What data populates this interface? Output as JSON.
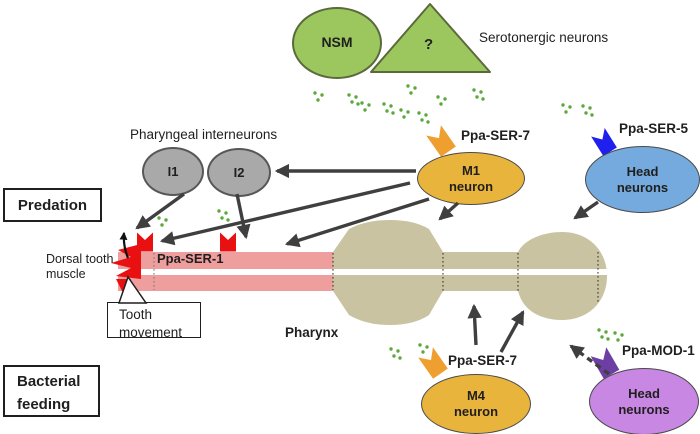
{
  "labels": {
    "serotonergic_group": "Serotonergic neurons",
    "nsm": "NSM",
    "unknown_neuron": "?",
    "pharyngeal_interneurons": "Pharyngeal interneurons",
    "i1": "I1",
    "i2": "I2",
    "predation": "Predation",
    "bacterial_feeding": "Bacterial feeding",
    "dorsal_tooth_muscle": "Dorsal tooth muscle",
    "tooth_movement": "Tooth movement",
    "pharynx": "Pharynx",
    "ppa_ser_7_m1": "Ppa-SER-7",
    "ppa_ser_5": "Ppa-SER-5",
    "ppa_ser_1": "Ppa-SER-1",
    "ppa_ser_7_m4": "Ppa-SER-7",
    "ppa_mod_1": "Ppa-MOD-1",
    "m1_neuron": "M1\nneuron",
    "m4_neuron": "M4\nneuron",
    "head_neurons_top": "Head\nneurons",
    "head_neurons_bottom": "Head\nneurons"
  },
  "colors": {
    "serotonergic_green": "#9cc75e",
    "serotonin_dot_green": "#5ca83d",
    "interneuron_gray": "#a9a9a9",
    "motor_neuron_gold": "#e9b43c",
    "head_neuron_blue": "#74aadd",
    "head_neuron_purple": "#c787e2",
    "receptor_orange": "#ef9f30",
    "receptor_blue": "#2020ee",
    "receptor_purple": "#6d3fa4",
    "receptor_red": "#e81010",
    "muscle_pink": "#ef9e9e",
    "pharynx_tan": "#c9c3a1",
    "arrow_gray": "#3f3f3f"
  }
}
